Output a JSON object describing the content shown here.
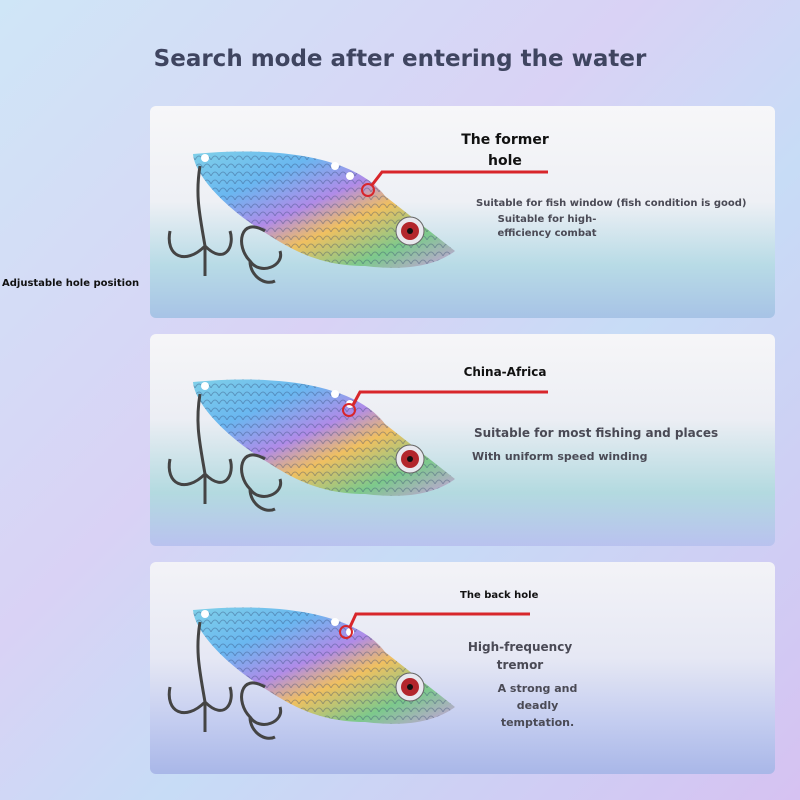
{
  "title": "Search mode after entering the water",
  "side_label": "Adjustable hole position",
  "colors": {
    "callout_line": "#d8262b",
    "title": "#3f4560"
  },
  "cards": [
    {
      "label": "The former hole",
      "lines": [
        "Suitable for fish window (fish condition is good)",
        "Suitable for high-efficiency combat"
      ]
    },
    {
      "label": "China-Africa",
      "lines": [
        "Suitable for most fishing and places",
        "With uniform speed winding"
      ]
    },
    {
      "label": "The back hole",
      "heading": "High-frequency tremor",
      "lines": [
        "A strong and deadly temptation."
      ]
    }
  ]
}
